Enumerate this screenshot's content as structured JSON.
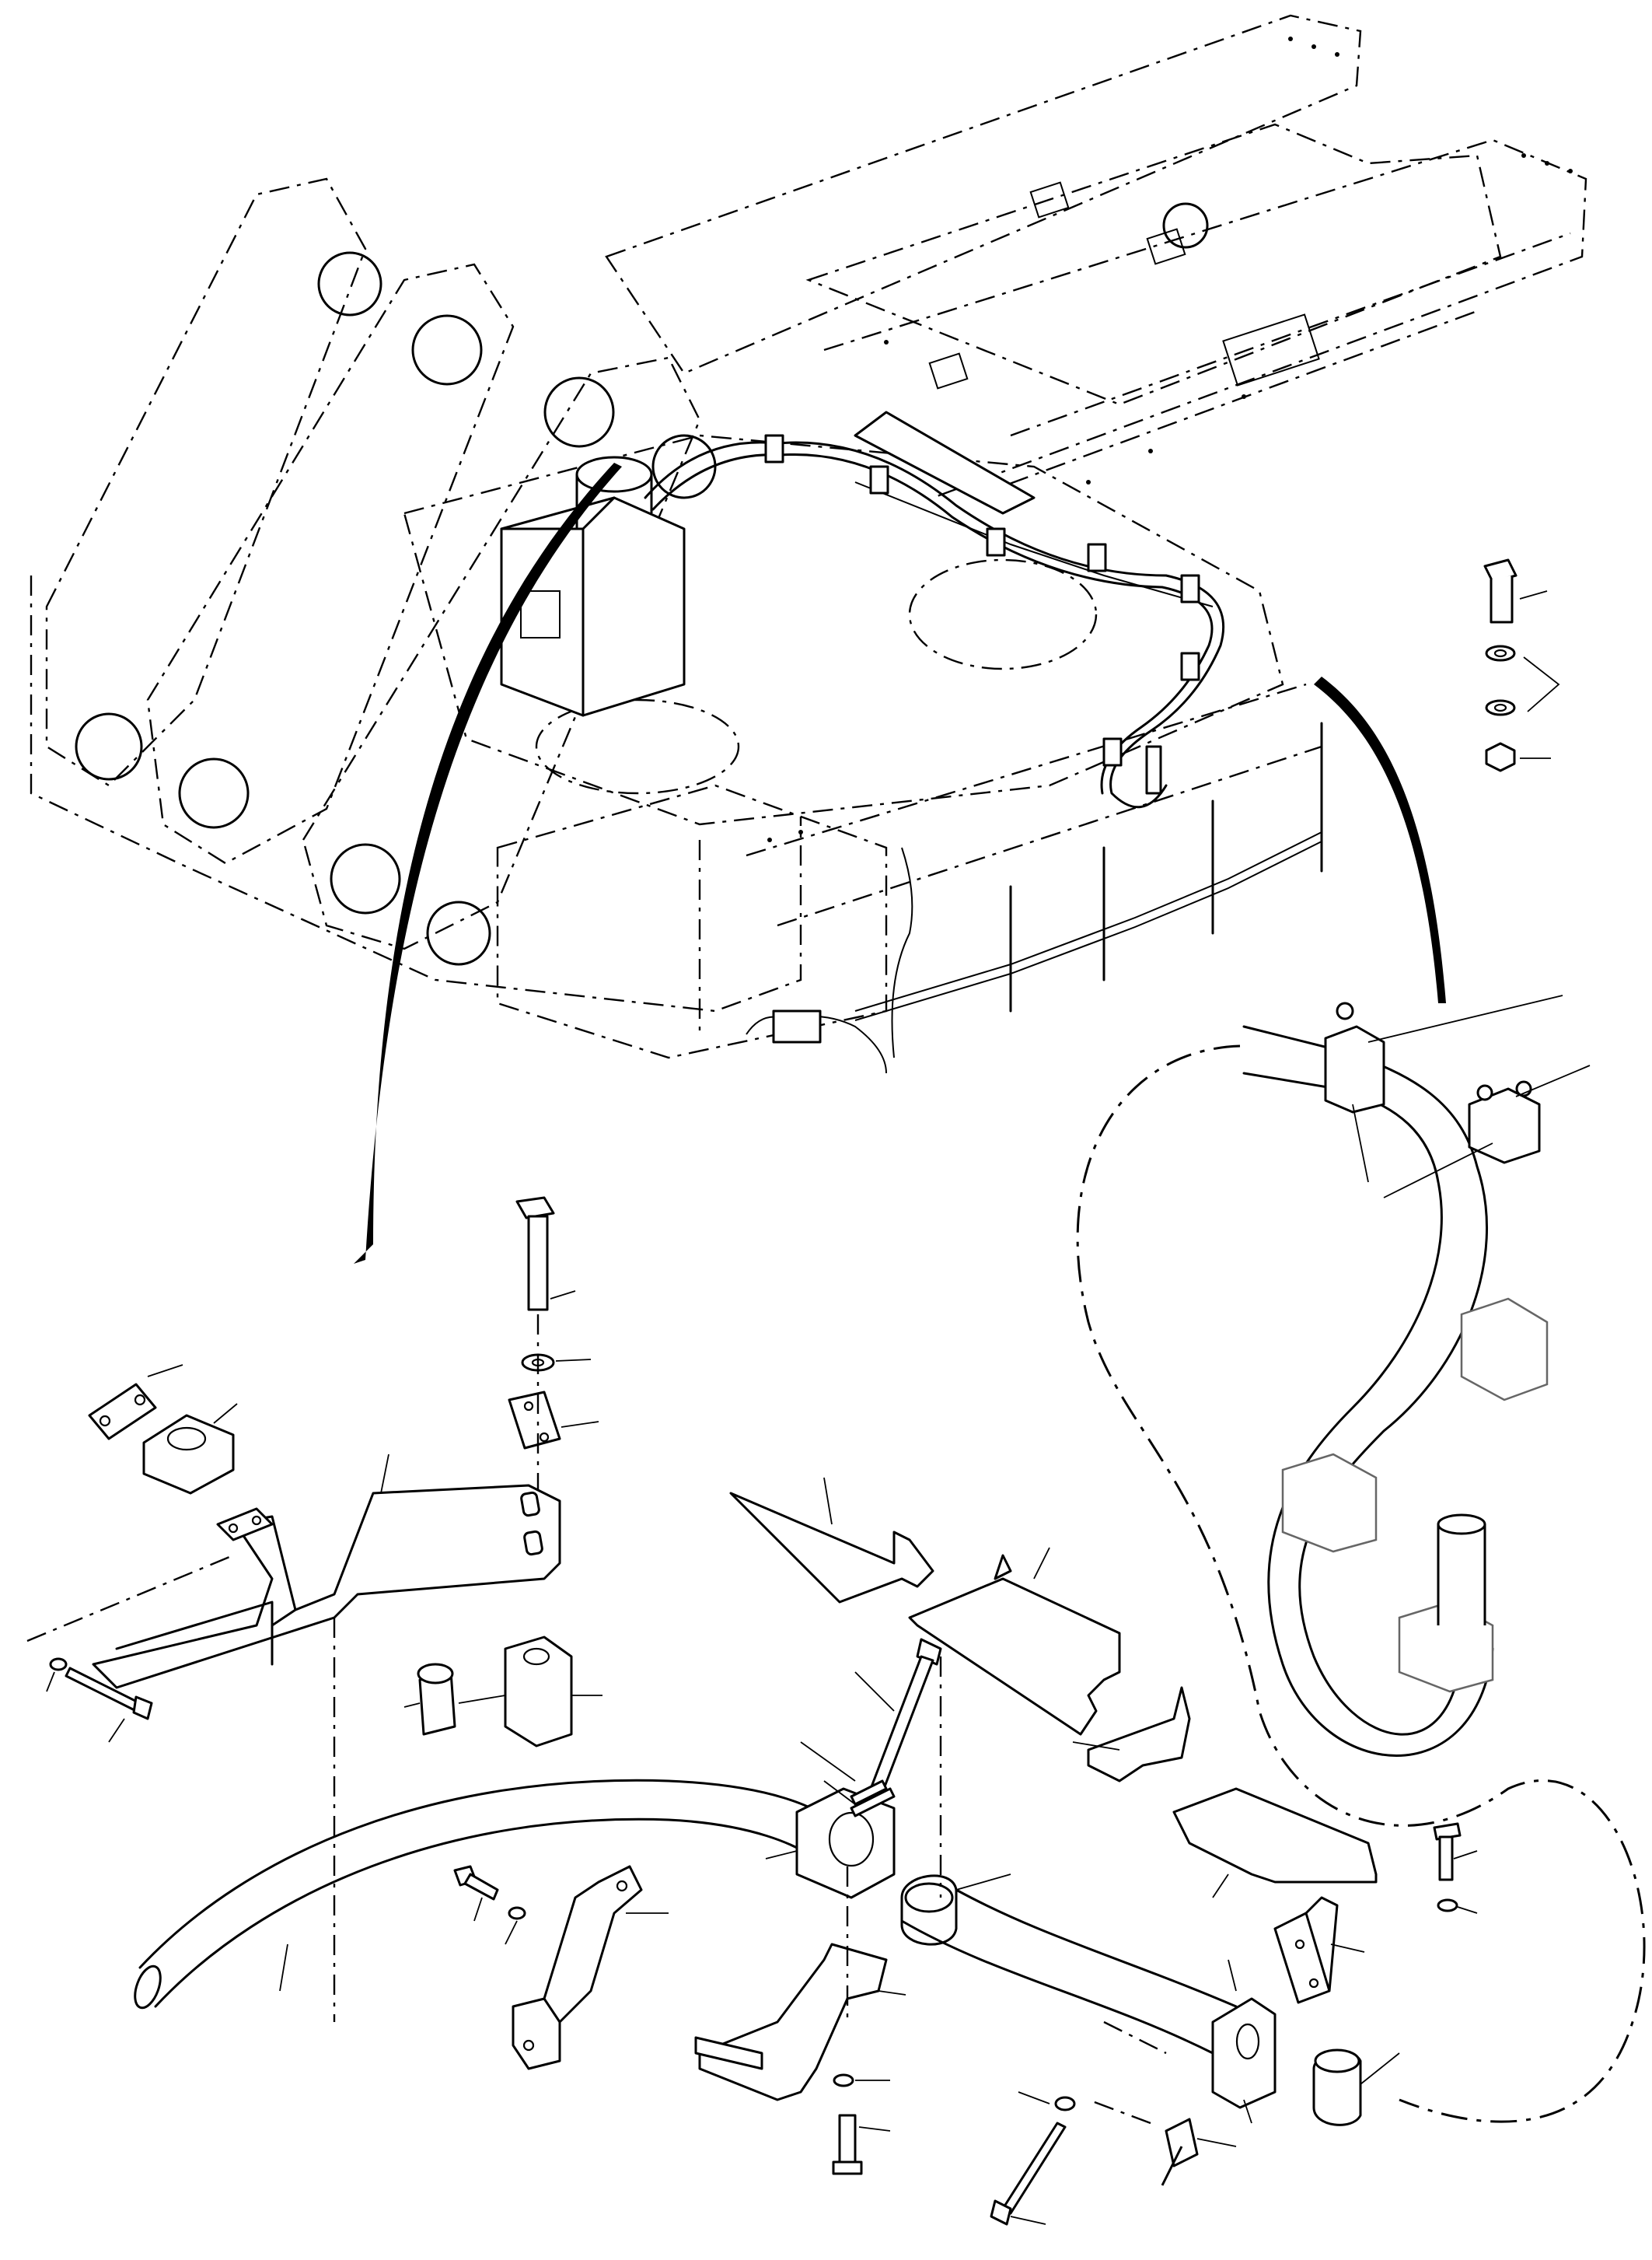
{
  "figure": {
    "layout": {
      "frame_view": "upper",
      "detail_views": [
        "lower-left",
        "right"
      ]
    },
    "colors": {
      "ink": "#000000",
      "paper": "#ffffff",
      "ghost_part": "#666666"
    }
  }
}
